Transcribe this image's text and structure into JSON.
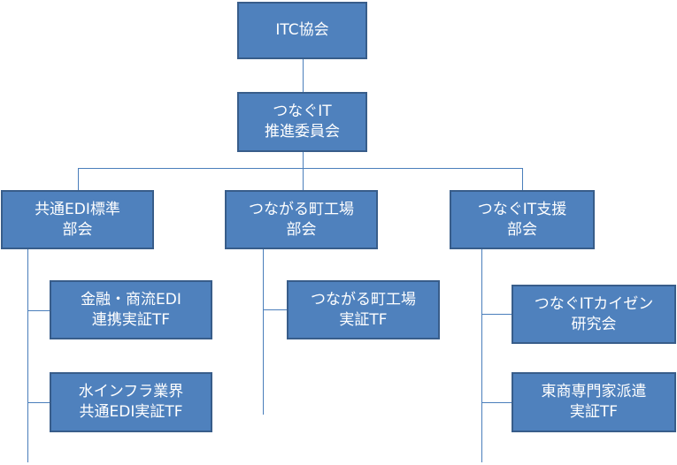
{
  "chart_data": {
    "type": "org-chart",
    "root": {
      "lines": [
        "ITC協会"
      ]
    },
    "committee": {
      "lines": [
        "つなぐIT",
        "推進委員会"
      ]
    },
    "departments": [
      {
        "lines": [
          "共通EDI標準",
          "部会"
        ],
        "children": [
          {
            "lines": [
              "金融・商流EDI",
              "連携実証TF"
            ]
          },
          {
            "lines": [
              "水インフラ業界",
              "共通EDI実証TF"
            ]
          }
        ]
      },
      {
        "lines": [
          "つながる町工場",
          "部会"
        ],
        "children": [
          {
            "lines": [
              "つながる町工場",
              "実証TF"
            ]
          }
        ]
      },
      {
        "lines": [
          "つなぐIT支援",
          "部会"
        ],
        "children": [
          {
            "lines": [
              "つなぐITカイゼン",
              "研究会"
            ]
          },
          {
            "lines": [
              "東商専門家派遣",
              "実証TF"
            ]
          }
        ]
      }
    ],
    "colors": {
      "box_fill": "#4f81bd",
      "box_border": "#385d8a",
      "text": "#ffffff",
      "connector": "#4a7ebb"
    }
  }
}
